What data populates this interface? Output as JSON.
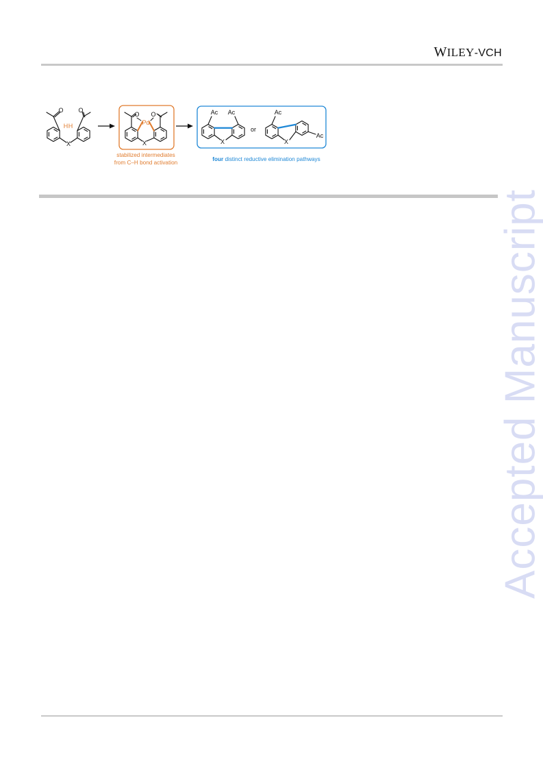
{
  "header": {
    "publisher_w": "W",
    "publisher_iley": "ILEY",
    "publisher_vch": "-VCH"
  },
  "scheme": {
    "atom_O": "O",
    "atom_H": "H",
    "atom_X": "X",
    "atom_Pd": "Pd",
    "group_Ac": "Ac",
    "word_or": "or",
    "caption_orange_line1": "stabilized intermediates",
    "caption_orange_line2": "from C–H bond activation",
    "caption_blue_bold": "four",
    "caption_blue_rest": " distinct reductive elimination pathways",
    "color_orange": "#e07b2d",
    "color_blue": "#1d87d6",
    "color_bond": "#111111"
  },
  "watermark": {
    "text": "Accepted Manuscript",
    "color": "#d8dcf4"
  }
}
